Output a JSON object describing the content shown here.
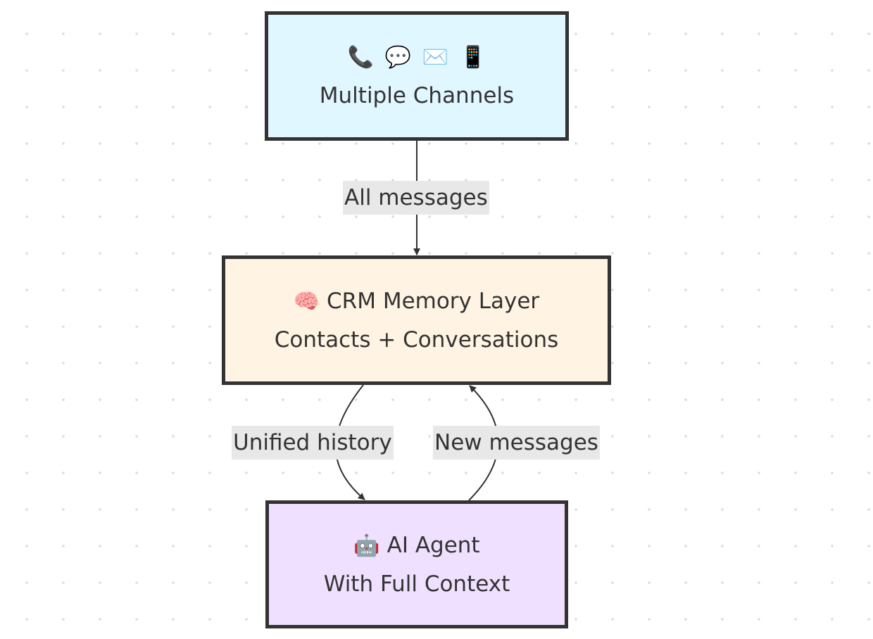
{
  "colors": {
    "channels_fill": "#e0f7ff",
    "crm_fill": "#fff4e3",
    "agent_fill": "#f0e0ff",
    "stroke": "#333333",
    "label_bg": "#e8e8e8"
  },
  "nodes": {
    "channels": {
      "icons": [
        "📞",
        "💬",
        "✉️",
        "📱"
      ],
      "icon_names": [
        "phone-icon",
        "speech-bubble-icon",
        "envelope-icon",
        "mobile-phone-icon"
      ],
      "title": "Multiple Channels"
    },
    "crm": {
      "icon": "🧠",
      "icon_name": "brain-icon",
      "line1": "CRM Memory Layer",
      "line2": "Contacts + Conversations"
    },
    "agent": {
      "icon": "🤖",
      "icon_name": "robot-icon",
      "line1": "AI Agent",
      "line2": "With Full Context"
    }
  },
  "edges": {
    "channels_to_crm": "All messages",
    "crm_to_agent": "Unified history",
    "agent_to_crm": "New messages"
  }
}
